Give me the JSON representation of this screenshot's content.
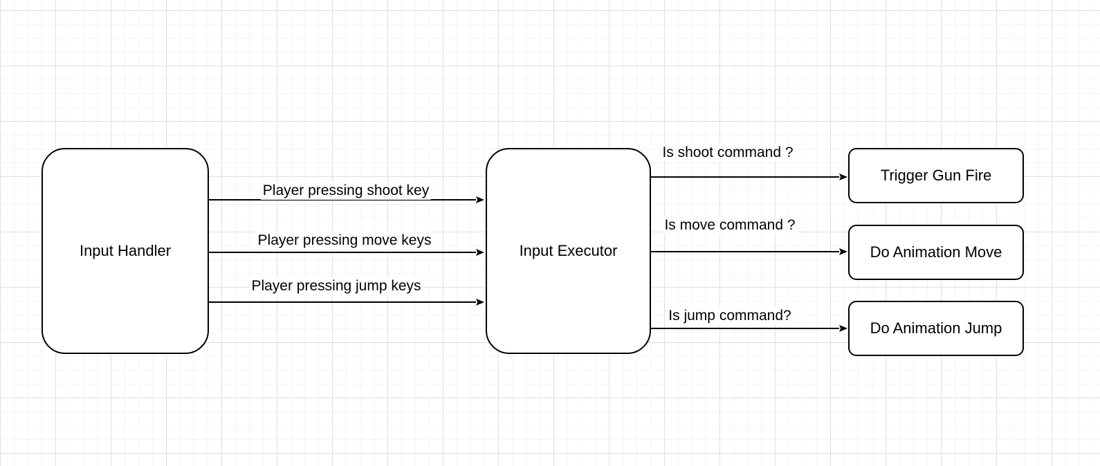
{
  "canvas": {
    "background_color": "#ffffff",
    "grid_minor_color": "#f3f3f3",
    "grid_major_color": "#dfdfdf",
    "stroke_color": "#000000",
    "node_fill_color": "#ffffff"
  },
  "nodes": {
    "input_handler": {
      "label": "Input Handler"
    },
    "input_executor": {
      "label": "Input Executor"
    },
    "trigger_gun_fire": {
      "label": "Trigger Gun Fire"
    },
    "do_animation_move": {
      "label": "Do Animation Move"
    },
    "do_animation_jump": {
      "label": "Do Animation Jump"
    }
  },
  "edges": {
    "shoot_key": {
      "label": "Player pressing shoot key",
      "from": "input_handler",
      "to": "input_executor"
    },
    "move_keys": {
      "label": "Player pressing move keys",
      "from": "input_handler",
      "to": "input_executor"
    },
    "jump_keys": {
      "label": "Player pressing jump keys",
      "from": "input_handler",
      "to": "input_executor"
    },
    "is_shoot": {
      "label": "Is shoot command ?",
      "from": "input_executor",
      "to": "trigger_gun_fire"
    },
    "is_move": {
      "label": "Is move command ?",
      "from": "input_executor",
      "to": "do_animation_move"
    },
    "is_jump": {
      "label": "Is jump command?",
      "from": "input_executor",
      "to": "do_animation_jump"
    }
  }
}
